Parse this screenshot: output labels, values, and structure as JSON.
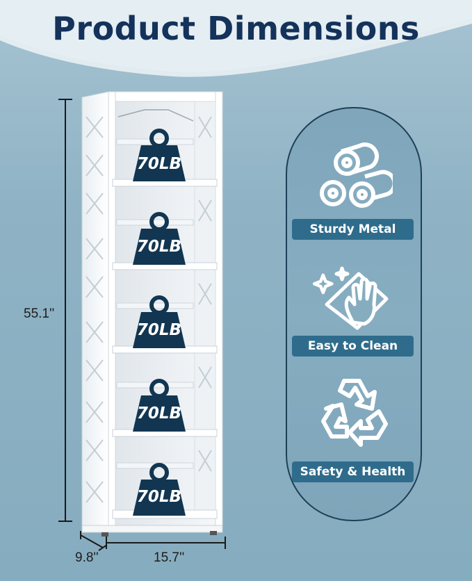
{
  "title": "Product Dimensions",
  "dimensions": {
    "height": "55.1''",
    "depth": "9.8''",
    "width": "15.7''"
  },
  "shelf_weights": [
    "70LB",
    "70LB",
    "70LB",
    "70LB",
    "70LB"
  ],
  "features": [
    {
      "label": "Sturdy Metal",
      "icon": "metal-rolls-icon"
    },
    {
      "label": "Easy to Clean",
      "icon": "wiping-hand-icon"
    },
    {
      "label": "Safety & Health",
      "icon": "recycle-icon"
    }
  ],
  "colors": {
    "title": "#14325a",
    "background": "#8fb3c5",
    "weight_badge": "#123651",
    "label_bg": "#2f6c8c"
  }
}
